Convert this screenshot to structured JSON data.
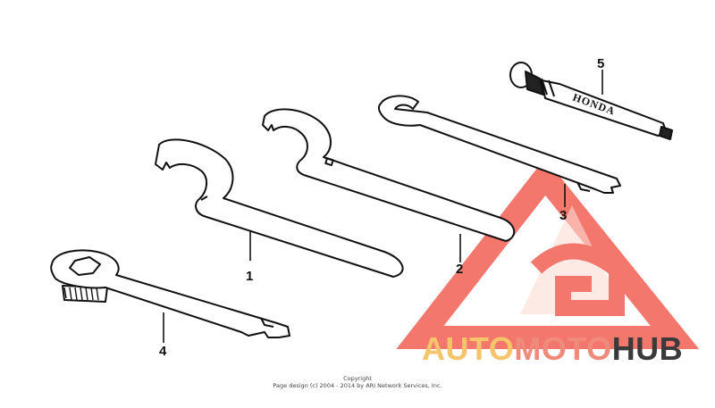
{
  "diagram": {
    "callouts": [
      "1",
      "2",
      "3",
      "4",
      "5"
    ],
    "stamp_text": "HONDA",
    "copyright_title": "Copyright",
    "copyright_line": "Page design (c) 2004 - 2014 by ARI Network Services, Inc."
  },
  "watermark": {
    "part1": "AUTO",
    "part2": "MOTO",
    "part3": "HUB",
    "colors": {
      "auto": "#f6c46a",
      "moto": "#f08a7a",
      "hub": "#3a3a3a",
      "triangle": "#f04a3c"
    }
  }
}
